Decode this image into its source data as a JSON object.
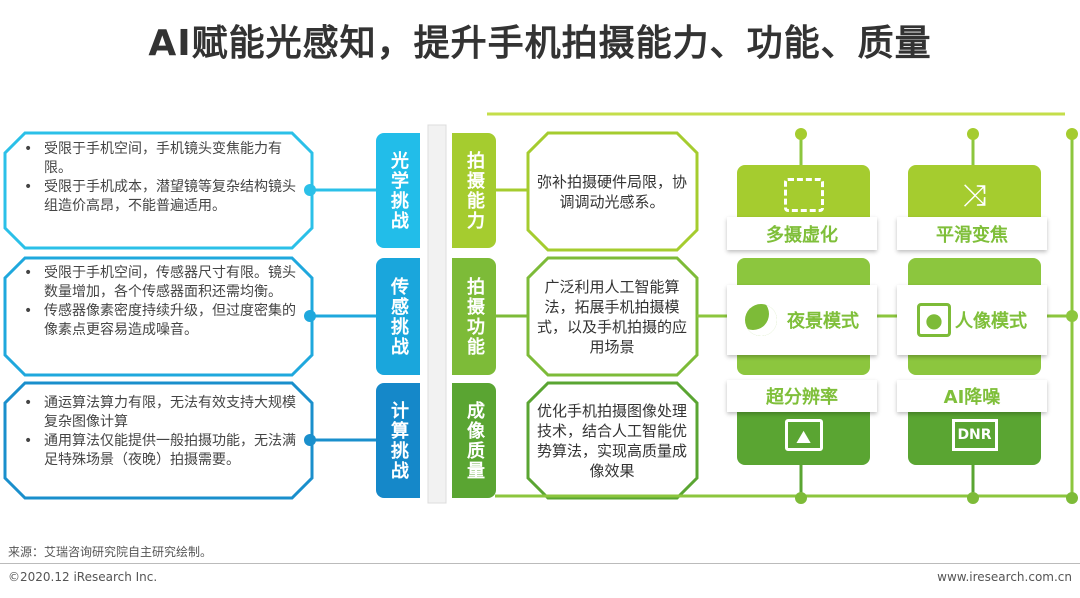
{
  "title": "AI赋能光感知，提升手机拍摄能力、功能、质量",
  "challenges": [
    {
      "tab": "光学挑战",
      "items": [
        "受限于手机空间，手机镜头变焦能力有限。",
        "受限于手机成本，潜望镜等复杂结构镜头组造价高昂，不能普遍适用。"
      ],
      "color": "#22bde9"
    },
    {
      "tab": "传感挑战",
      "items": [
        "受限于手机空间，传感器尺寸有限。镜头数量增加，各个传感器面积还需均衡。",
        "传感器像素密度持续升级，但过度密集的像素点更容易造成噪音。"
      ],
      "color": "#1aa6dc"
    },
    {
      "tab": "计算挑战",
      "items": [
        "通运算法算力有限，无法有效支持大规模复杂图像计算",
        "通用算法仅能提供一般拍摄功能，无法满足特殊场景（夜晚）拍摄需要。"
      ],
      "color": "#1588c9"
    }
  ],
  "capabilities": [
    {
      "tab": "拍摄能力",
      "desc": "弥补拍摄硬件局限，协调调动光感系。",
      "color": "#a5cc2f"
    },
    {
      "tab": "拍摄功能",
      "desc": "广泛利用人工智能算法，拓展手机拍摄模式，以及手机拍摄的应用场景",
      "color": "#7dbb38"
    },
    {
      "tab": "成像质量",
      "desc": "优化手机拍摄图像处理技术，结合人工智能优势算法，实现高质量成像效果",
      "color": "#5aa532"
    }
  ],
  "features": {
    "multi_cam": "多摄虚化",
    "smooth_zoom": "平滑变焦",
    "night": "夜景模式",
    "portrait": "人像模式",
    "super_res": "超分辨率",
    "ai_denoise": "AI降噪",
    "dnr": "DNR"
  },
  "footer": {
    "source": "来源：艾瑞咨询研究院自主研究绘制。",
    "copyright": "©2020.12 iResearch Inc.",
    "website": "www.iresearch.com.cn"
  }
}
